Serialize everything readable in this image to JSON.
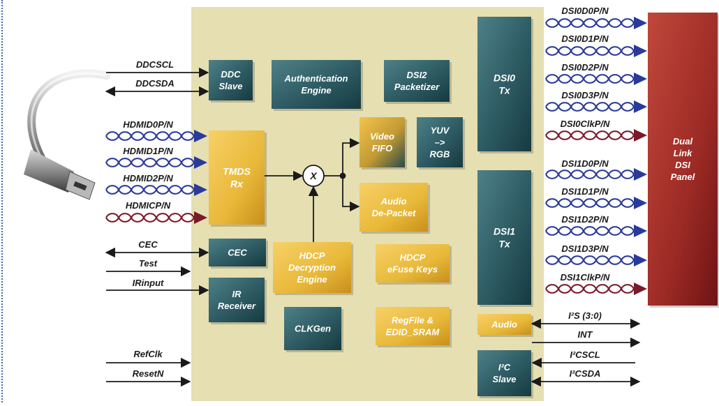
{
  "colors": {
    "chip_bg": "#e5dfb2",
    "teal_block": "#2d5a62",
    "gold_block": "#e8b838",
    "panel": "#9c2a25",
    "blue_lane": "#2a3a9a",
    "red_lane": "#7a1a2a",
    "wire": "#1a1a1a"
  },
  "blocks": {
    "ddc_slave": "DDC|Slave",
    "auth_engine": "Authentication|Engine",
    "dsi2_packetizer": "DSI2|Packetizer",
    "dsi0_tx": "DSI0|Tx",
    "dsi1_tx": "DSI1|Tx",
    "video_fifo": "Video|FIFO",
    "yuv_rgb": "YUV|–>|RGB",
    "tmds_rx": "TMDS|Rx",
    "mixer": "X",
    "audio_depacket": "Audio|De-Packet",
    "cec": "CEC",
    "hdcp_engine": "HDCP|Decryption|Engine",
    "hdcp_efuse": "HDCP|eFuse Keys",
    "ir_receiver": "IR|Receiver",
    "clkgen": "CLKGen",
    "regfile": "RegFile &|EDID_SRAM",
    "audio": "Audio",
    "i2c_slave": "I²C|Slave",
    "panel": "Dual|Link|DSI|Panel"
  },
  "signals": {
    "ddcscl": "DDCSCL",
    "ddcsda": "DDCSDA",
    "hdmi_d0": "HDMID0P/N",
    "hdmi_d1": "HDMID1P/N",
    "hdmi_d2": "HDMID2P/N",
    "hdmi_clk": "HDMICP/N",
    "cec": "CEC",
    "test": "Test",
    "irinput": "IRinput",
    "refclk": "RefClk",
    "resetn": "ResetN",
    "dsi0_d0": "DSI0D0P/N",
    "dsi0_d1": "DSI0D1P/N",
    "dsi0_d2": "DSI0D2P/N",
    "dsi0_d3": "DSI0D3P/N",
    "dsi0_clk": "DSI0ClkP/N",
    "dsi1_d0": "DSI1D0P/N",
    "dsi1_d1": "DSI1D1P/N",
    "dsi1_d2": "DSI1D2P/N",
    "dsi1_d3": "DSI1D3P/N",
    "dsi1_clk": "DSI1ClkP/N",
    "i2s": "I²S (3:0)",
    "int": "INT",
    "i2cscl": "I²CSCL",
    "i2csda": "I²CSDA"
  }
}
